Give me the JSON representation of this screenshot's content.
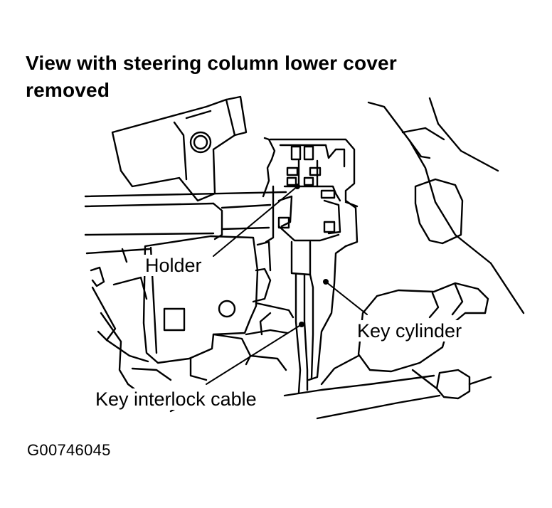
{
  "diagram": {
    "title": "View with steering column lower cover removed",
    "labels": {
      "holder": "Holder",
      "key_cylinder": "Key cylinder",
      "key_interlock_cable": "Key interlock cable"
    },
    "figure_id": "G00746045"
  }
}
